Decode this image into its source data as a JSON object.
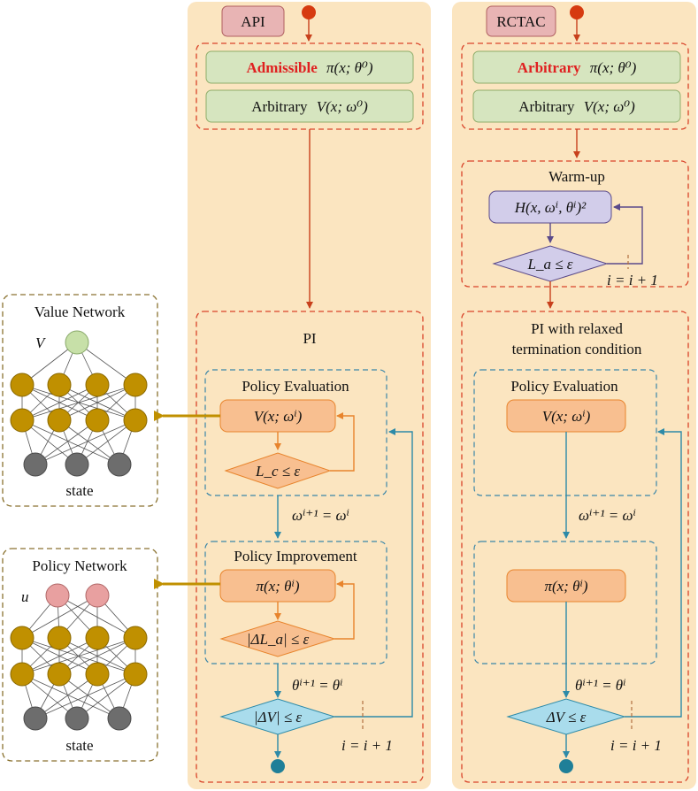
{
  "api": {
    "tag": "API",
    "init_policy_kw": "Admissible",
    "init_policy_expr": "π(x; θ⁰)",
    "init_value_kw": "Arbitrary",
    "init_value_expr": "V(x; ω⁰)",
    "pi_title": "PI",
    "eval_title": "Policy Evaluation",
    "eval_node": "V(x; ωⁱ)",
    "eval_cond": "L_c ≤ ε",
    "omega_update": "ωⁱ⁺¹ = ωⁱ",
    "impr_title": "Policy Improvement",
    "impr_node": "π(x; θⁱ)",
    "impr_cond": "|ΔL_a| ≤ ε",
    "theta_update": "θⁱ⁺¹ = θⁱ",
    "final_cond": "|ΔV| ≤ ε",
    "iter": "i = i + 1"
  },
  "rctac": {
    "tag": "RCTAC",
    "init_policy_kw": "Arbitrary",
    "init_policy_expr": "π(x; θ⁰)",
    "init_value_kw": "Arbitrary",
    "init_value_expr": "V(x; ω⁰)",
    "warmup_title": "Warm-up",
    "warmup_node": "H(x, ωⁱ, θⁱ)²",
    "warmup_cond": "L_a ≤ ε",
    "warmup_iter": "i = i + 1",
    "pi_title_1": "PI with relaxed",
    "pi_title_2": "termination condition",
    "eval_title": "Policy Evaluation",
    "eval_node": "V(x; ωⁱ)",
    "omega_update": "ωⁱ⁺¹ = ωⁱ",
    "impr_node": "π(x; θⁱ)",
    "theta_update": "θⁱ⁺¹ = θⁱ",
    "final_cond": "ΔV  ≤ ε",
    "iter": "i = i + 1"
  },
  "value_net": {
    "title": "Value Network",
    "output": "V",
    "input": "state"
  },
  "policy_net": {
    "title": "Policy Network",
    "output": "u",
    "input": "state"
  },
  "colors": {
    "panel": "#fbe5c0",
    "red_dash": "#d9442a",
    "blue_dash": "#3b86a8",
    "green_box": "#d6e5bf",
    "orange_node": "#f8bf90",
    "teal": "#2d8aa8",
    "gold": "#c09000",
    "gray": "#6d6d6d"
  }
}
